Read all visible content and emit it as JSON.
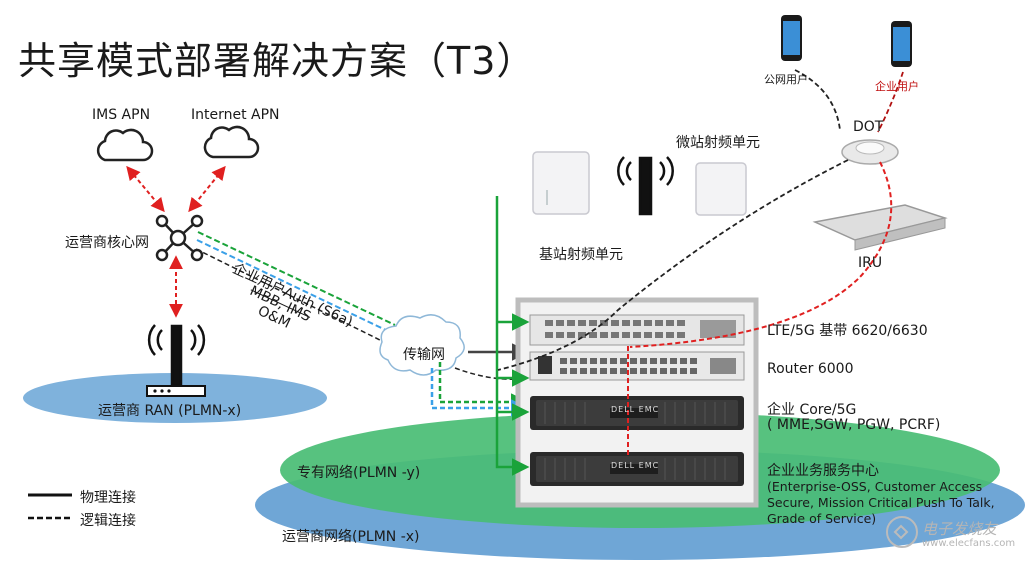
{
  "title": "共享模式部署解决方案（T3）",
  "apn": {
    "ims": "IMS APN",
    "internet": "Internet APN"
  },
  "core_network": "运营商核心网",
  "links": {
    "auth": "企业用户Auth (S6a)",
    "mbb": "MBB, IMS",
    "om": "O&M"
  },
  "transport": "传输网",
  "operator_ran": "运营商 RAN (PLMN-x)",
  "private_network": "专有网络(PLMN -y)",
  "operator_network": "运营商网络(PLMN -x)",
  "legend": {
    "physical": "物理连接",
    "logical": "逻辑连接"
  },
  "base_station_rf": "基站射频单元",
  "micro_rf": "微站射频单元",
  "users": {
    "public": "公网用户",
    "enterprise": "企业用户"
  },
  "dot": "DOT",
  "iru": "IRU",
  "rack": [
    {
      "label": "LTE/5G 基带 6620/6630"
    },
    {
      "label": "Router 6000"
    },
    {
      "label": "企业 Core/5G",
      "sub": "( MME,SGW, PGW, PCRF)"
    },
    {
      "label": "企业业务服务中心",
      "sub": "(Enterprise-OSS, Customer Access Secure, Mission Critical Push To Talk, Grade of Service)"
    }
  ],
  "server_brand": "DELL EMC",
  "watermark": {
    "cn": "电子发烧友",
    "url": "www.elecfans.com"
  },
  "colors": {
    "green": "#1aa33a",
    "red": "#e02020",
    "blue": "#3aa0e8",
    "ellipse_blue": "#7fb2dc",
    "ellipse_green": "#4fc07a"
  }
}
